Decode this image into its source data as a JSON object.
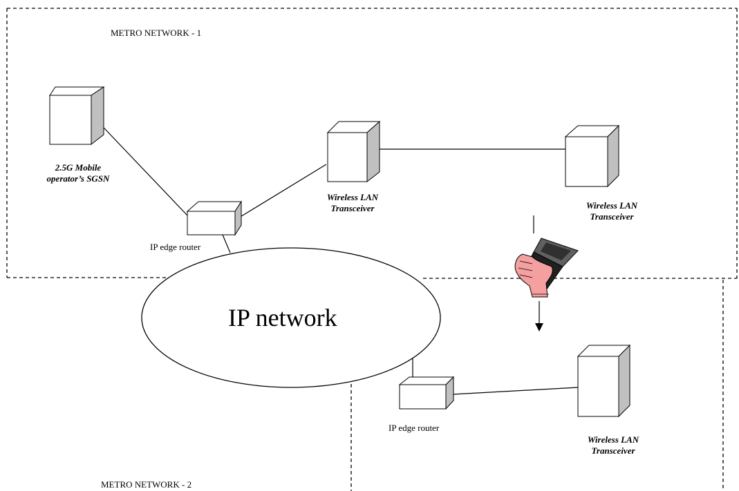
{
  "regions": {
    "metro1": "METRO NETWORK - 1",
    "metro2": "METRO NETWORK - 2"
  },
  "cloud": {
    "label": "IP network"
  },
  "sgsn": {
    "line1": "2.5G Mobile",
    "line2": "operator’s SGSN"
  },
  "wlan_top": {
    "line1": "Wireless LAN",
    "line2": "Transceiver"
  },
  "wlan_right": {
    "line1": "Wireless LAN",
    "line2": "Transceiver"
  },
  "wlan_bottom": {
    "line1": "Wireless LAN",
    "line2": "Transceiver"
  },
  "router_top": {
    "label": "IP edge router"
  },
  "router_bottom": {
    "label": "IP edge router"
  },
  "mobile_device": {
    "icon": "hand-holding-phone-icon"
  },
  "colors": {
    "box_face": "#ffffff",
    "box_side": "#c0c0c0",
    "skin": "#f4a0a0",
    "device": "#202020"
  }
}
